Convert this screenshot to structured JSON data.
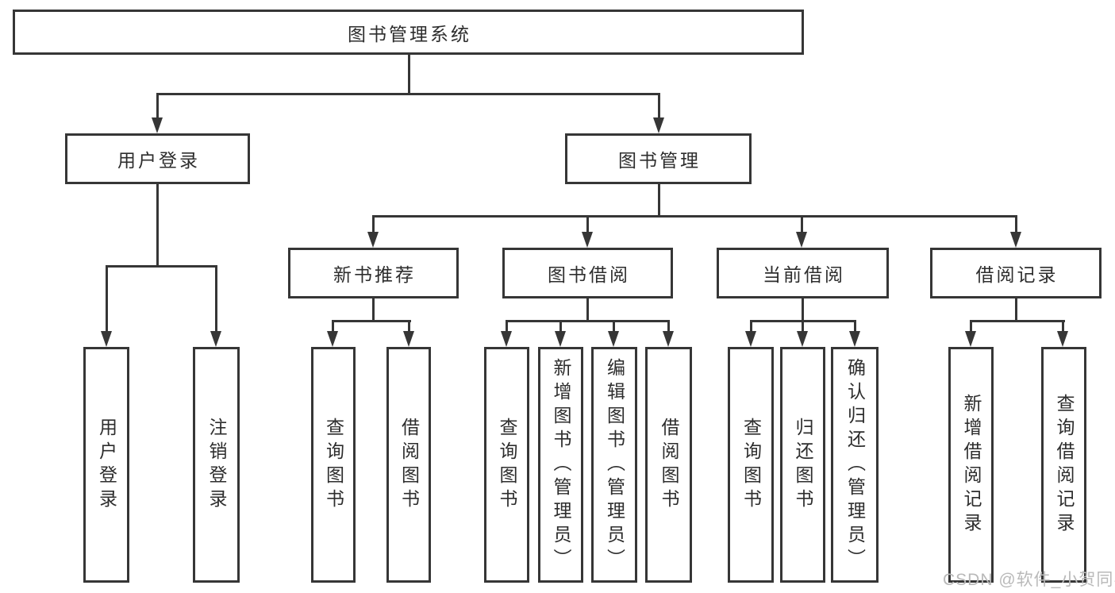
{
  "diagram_title": "图书管理系统",
  "tree": {
    "root": {
      "label": "图书管理系统",
      "children": [
        {
          "label": "用户登录",
          "children": [
            {
              "label": "用户登录"
            },
            {
              "label": "注销登录"
            }
          ]
        },
        {
          "label": "图书管理",
          "children": [
            {
              "label": "新书推荐",
              "children": [
                {
                  "label": "查询图书"
                },
                {
                  "label": "借阅图书"
                }
              ]
            },
            {
              "label": "图书借阅",
              "children": [
                {
                  "label": "查询图书"
                },
                {
                  "label": "新增图书（管理员）"
                },
                {
                  "label": "编辑图书（管理员）"
                },
                {
                  "label": "借阅图书"
                }
              ]
            },
            {
              "label": "当前借阅",
              "children": [
                {
                  "label": "查询图书"
                },
                {
                  "label": "归还图书"
                },
                {
                  "label": "确认归还（管理员）"
                }
              ]
            },
            {
              "label": "借阅记录",
              "children": [
                {
                  "label": "新增借阅记录"
                },
                {
                  "label": "查询借阅记录"
                }
              ]
            }
          ]
        }
      ]
    }
  },
  "watermark": {
    "text": "CSDN @软件_小贺同学",
    "color": "#b9b9b9"
  },
  "colors": {
    "line": "#363636",
    "box_border": "#363636",
    "text": "#2d2d2d",
    "background": "#ffffff"
  }
}
